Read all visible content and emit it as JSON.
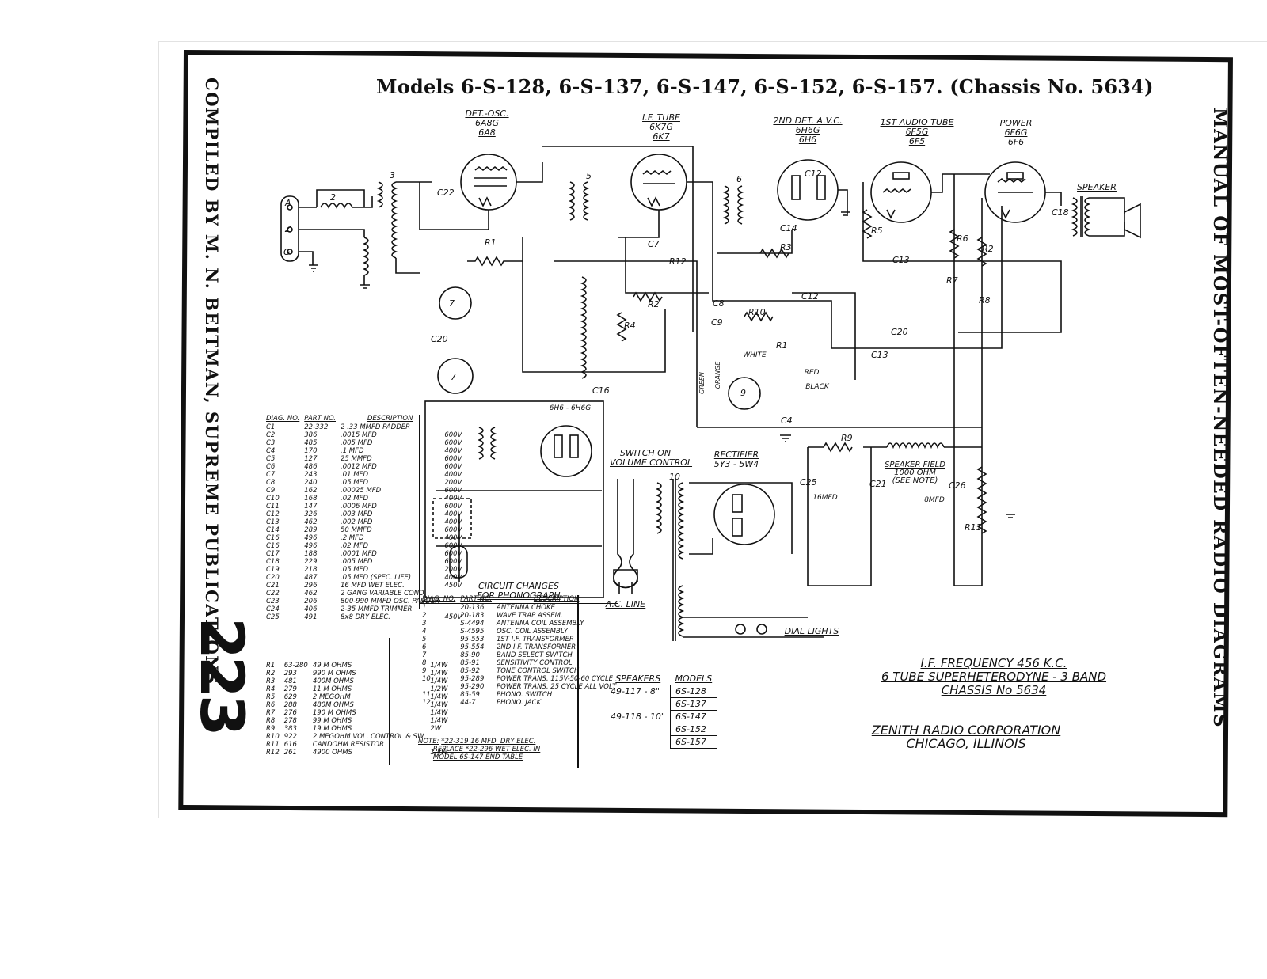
{
  "title": "Models 6-S-128, 6-S-137, 6-S-147, 6-S-152, 6-S-157. (Chassis No. 5634)",
  "side_left": "COMPILED BY M. N. BEITMAN, SUPREME PUBLICATIONS",
  "side_right": "MANUAL OF MOST-OFTEN-NEEDED RADIO DIAGRAMS",
  "page_number": "223",
  "tubes": [
    {
      "label": "DET.-OSC.",
      "types": [
        "6A8G",
        "6A8"
      ]
    },
    {
      "label": "I.F. TUBE",
      "types": [
        "6K7G",
        "6K7"
      ]
    },
    {
      "label": "2ND DET. A.V.C.",
      "types": [
        "6H6G",
        "6H6"
      ]
    },
    {
      "label": "1ST AUDIO TUBE",
      "types": [
        "6F5G",
        "6F5"
      ]
    },
    {
      "label": "POWER",
      "types": [
        "6F6G",
        "6F6"
      ]
    }
  ],
  "labels": {
    "speaker": "SPEAKER",
    "switch_on": "SWITCH ON",
    "volume_control": "VOLUME CONTROL",
    "rectifier": "RECTIFIER",
    "rectifier_types": "5Y3 - 5W4",
    "ac_line": "A.C. LINE",
    "dial_lights": "DIAL LIGHTS",
    "speaker_field": "SPEAKER FIELD",
    "field_ohms": "1000 OHM",
    "see_note": "(SEE NOTE)",
    "circuit_changes": "CIRCUIT CHANGES",
    "for_phonograph": "FOR PHONOGRAPH",
    "phono_tube": "6H6 - 6H6G",
    "white": "WHITE",
    "red": "RED",
    "black": "BLACK",
    "green": "GREEN",
    "orange": "ORANGE",
    "c25_value": "16MFD",
    "c26_value": "8MFD"
  },
  "cap_table": {
    "headers": [
      "DIAG. NO.",
      "PART NO.",
      "DESCRIPTION",
      ""
    ],
    "rows": [
      [
        "C1",
        "22-332",
        "2 .33 MMFD PADDER",
        ""
      ],
      [
        "C2",
        "386",
        ".0015 MFD",
        "600V"
      ],
      [
        "C3",
        "485",
        ".005 MFD",
        "600V"
      ],
      [
        "C4",
        "170",
        ".1 MFD",
        "400V"
      ],
      [
        "C5",
        "127",
        "25 MMFD",
        "600V"
      ],
      [
        "C6",
        "486",
        ".0012 MFD",
        "600V"
      ],
      [
        "C7",
        "243",
        ".01 MFD",
        "400V"
      ],
      [
        "C8",
        "240",
        ".05 MFD",
        "200V"
      ],
      [
        "C9",
        "162",
        ".00025 MFD",
        "600V"
      ],
      [
        "C10",
        "168",
        ".02 MFD",
        "400V"
      ],
      [
        "C11",
        "147",
        ".0006 MFD",
        "600V"
      ],
      [
        "C12",
        "326",
        ".003 MFD",
        "400V"
      ],
      [
        "C13",
        "462",
        ".002 MFD",
        "400V"
      ],
      [
        "C14",
        "289",
        "50 MMFD",
        "600V"
      ],
      [
        "C16",
        "496",
        ".2 MFD",
        "400V"
      ],
      [
        "C16",
        "496",
        ".02 MFD",
        "600V"
      ],
      [
        "C17",
        "188",
        ".0001 MFD",
        "600V"
      ],
      [
        "C18",
        "229",
        ".005 MFD",
        "600V"
      ],
      [
        "C19",
        "218",
        ".05 MFD",
        "200V"
      ],
      [
        "C20",
        "487",
        ".05 MFD (SPEC. LIFE)",
        "400V"
      ],
      [
        "C21",
        "296",
        "16 MFD WET ELEC.",
        "450V"
      ],
      [
        "C22",
        "462",
        "2 GANG VARIABLE COND.",
        ""
      ],
      [
        "C23",
        "206",
        "800-990 MMFD OSC. PADDER",
        ""
      ],
      [
        "C24",
        "406",
        "2-35 MMFD TRIMMER",
        ""
      ],
      [
        "C25",
        "491",
        "8x8 DRY ELEC.",
        "450V"
      ]
    ]
  },
  "res_table": {
    "rows": [
      [
        "R1",
        "63-280",
        "49 M OHMS",
        "1/4W"
      ],
      [
        "R2",
        "293",
        "990 M OHMS",
        "1/4W"
      ],
      [
        "R3",
        "481",
        "400M OHMS",
        "1/4W"
      ],
      [
        "R4",
        "279",
        "11 M OHMS",
        "1/2W"
      ],
      [
        "R5",
        "629",
        "2 MEGOHM",
        "1/4W"
      ],
      [
        "R6",
        "288",
        "480M OHMS",
        "1/4W"
      ],
      [
        "R7",
        "276",
        "190 M OHMS",
        "1/4W"
      ],
      [
        "R8",
        "278",
        "99 M OHMS",
        "1/4W"
      ],
      [
        "R9",
        "383",
        "19 M OHMS",
        "2W"
      ],
      [
        "R10",
        "922",
        "2 MEGOHM VOL. CONTROL & SW.",
        ""
      ],
      [
        "R11",
        "616",
        "CANDOHM RESISTOR",
        ""
      ],
      [
        "R12",
        "261",
        "4900 OHMS",
        "1/4W"
      ]
    ]
  },
  "coil_table": {
    "headers": [
      "DIAG. NO.",
      "PART NO.",
      "DESCRIPTION"
    ],
    "rows": [
      [
        "1",
        "20-136",
        "ANTENNA CHOKE"
      ],
      [
        "2",
        "20-183",
        "WAVE TRAP ASSEM."
      ],
      [
        "3",
        "S-4494",
        "ANTENNA COIL ASSEMBLY"
      ],
      [
        "4",
        "S-4595",
        "OSC. COIL ASSEMBLY"
      ],
      [
        "5",
        "95-553",
        "1ST I.F. TRANSFORMER"
      ],
      [
        "6",
        "95-554",
        "2ND I.F. TRANSFORMER"
      ],
      [
        "7",
        "85-90",
        "BAND SELECT SWITCH"
      ],
      [
        "8",
        "85-91",
        "SENSITIVITY CONTROL"
      ],
      [
        "9",
        "85-92",
        "TONE CONTROL SWITCH"
      ],
      [
        "10",
        "95-289",
        "POWER TRANS. 115V-50-60 CYCLE"
      ],
      [
        "",
        "95-290",
        "POWER TRANS. 25 CYCLE ALL VOLT"
      ],
      [
        "11",
        "85-59",
        "PHONO. SWITCH"
      ],
      [
        "12",
        "44-7",
        "PHONO. JACK"
      ]
    ]
  },
  "note": {
    "label": "NOTE:",
    "lines": [
      "*22-319 16 MFD. DRY ELEC.",
      "REPLACE *22-296 WET ELEC. IN",
      "MODEL 6S-147 END TABLE"
    ]
  },
  "speakers_table": {
    "headers": [
      "SPEAKERS",
      "MODELS"
    ],
    "rows": [
      [
        "49-117 - 8\"",
        "6S-128"
      ],
      [
        "",
        "6S-137"
      ],
      [
        "49-118 - 10\"",
        "6S-147"
      ],
      [
        "",
        "6S-152"
      ],
      [
        "",
        "6S-157"
      ]
    ]
  },
  "info_block": {
    "lines": [
      "I.F. FREQUENCY 456 K.C.",
      "6 TUBE SUPERHETERODYNE - 3 BAND",
      "CHASSIS No 5634"
    ]
  },
  "maker_block": {
    "lines": [
      "ZENITH RADIO CORPORATION",
      "CHICAGO, ILLINOIS"
    ]
  }
}
